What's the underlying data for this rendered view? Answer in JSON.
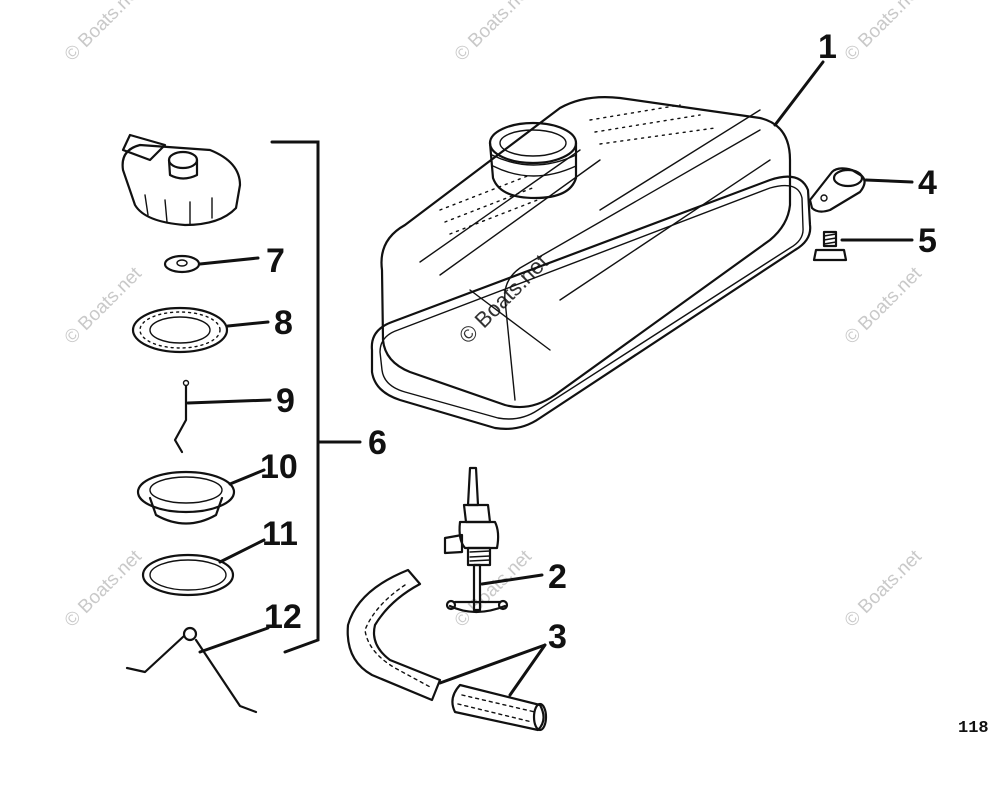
{
  "callouts": {
    "c1": "1",
    "c2": "2",
    "c3": "3",
    "c4": "4",
    "c5": "5",
    "c6": "6",
    "c7": "7",
    "c8": "8",
    "c9": "9",
    "c10": "10",
    "c11": "11",
    "c12": "12"
  },
  "watermark": "© Boats.net",
  "figure_number": "118"
}
